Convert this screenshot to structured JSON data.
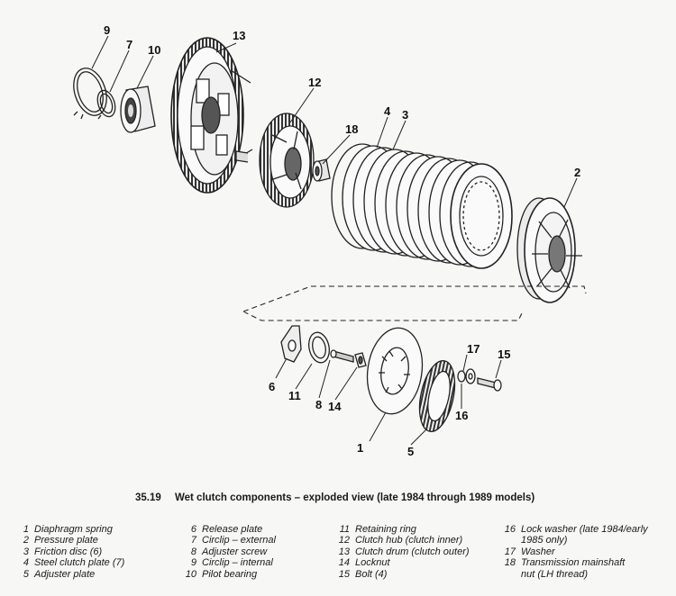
{
  "callouts": {
    "c1": "1",
    "c2": "2",
    "c3": "3",
    "c4": "4",
    "c5": "5",
    "c6": "6",
    "c7": "7",
    "c8": "8",
    "c9": "9",
    "c10": "10",
    "c11": "11",
    "c12": "12",
    "c13": "13",
    "c14": "14",
    "c15": "15",
    "c16": "16",
    "c17": "17",
    "c18": "18"
  },
  "caption": {
    "figure_number": "35.19",
    "title": "Wet clutch components – exploded view (late 1984 through 1989 models)"
  },
  "legend": {
    "col1": [
      {
        "num": "1",
        "label": "Diaphragm spring"
      },
      {
        "num": "2",
        "label": "Pressure plate"
      },
      {
        "num": "3",
        "label": "Friction disc (6)"
      },
      {
        "num": "4",
        "label": "Steel clutch plate (7)"
      },
      {
        "num": "5",
        "label": "Adjuster plate"
      }
    ],
    "col2": [
      {
        "num": "6",
        "label": "Release plate"
      },
      {
        "num": "7",
        "label": "Circlip – external"
      },
      {
        "num": "8",
        "label": "Adjuster screw"
      },
      {
        "num": "9",
        "label": "Circlip – internal"
      },
      {
        "num": "10",
        "label": "Pilot bearing"
      }
    ],
    "col3": [
      {
        "num": "11",
        "label": "Retaining ring"
      },
      {
        "num": "12",
        "label": "Clutch hub (clutch inner)"
      },
      {
        "num": "13",
        "label": "Clutch drum (clutch outer)"
      },
      {
        "num": "14",
        "label": "Locknut"
      },
      {
        "num": "15",
        "label": "Bolt (4)"
      }
    ],
    "col4": [
      {
        "num": "16",
        "label": "Lock washer (late 1984/early"
      },
      {
        "num": "",
        "label": "1985 only)"
      },
      {
        "num": "17",
        "label": "Washer"
      },
      {
        "num": "18",
        "label": "Transmission mainshaft"
      },
      {
        "num": "",
        "label": "nut (LH thread)"
      }
    ]
  }
}
